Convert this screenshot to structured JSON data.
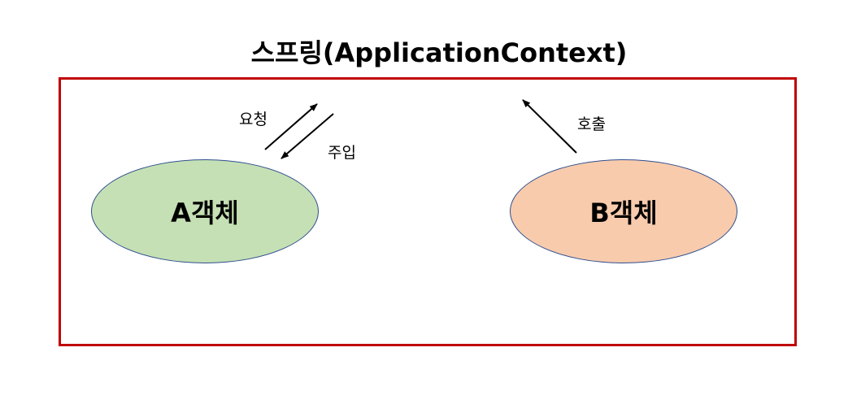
{
  "title": "스프링(ApplicationContext)",
  "colors": {
    "container_border": "#c00000",
    "object_a_fill": "#c5e0b4",
    "object_b_fill": "#f8cbad",
    "ellipse_border": "#2f4f8f",
    "arrow": "#000000"
  },
  "object_a": {
    "label": "A객체"
  },
  "object_b": {
    "label": "B객체"
  },
  "arrows": {
    "request_label": "요청",
    "inject_label": "주입",
    "call_label": "호출"
  }
}
